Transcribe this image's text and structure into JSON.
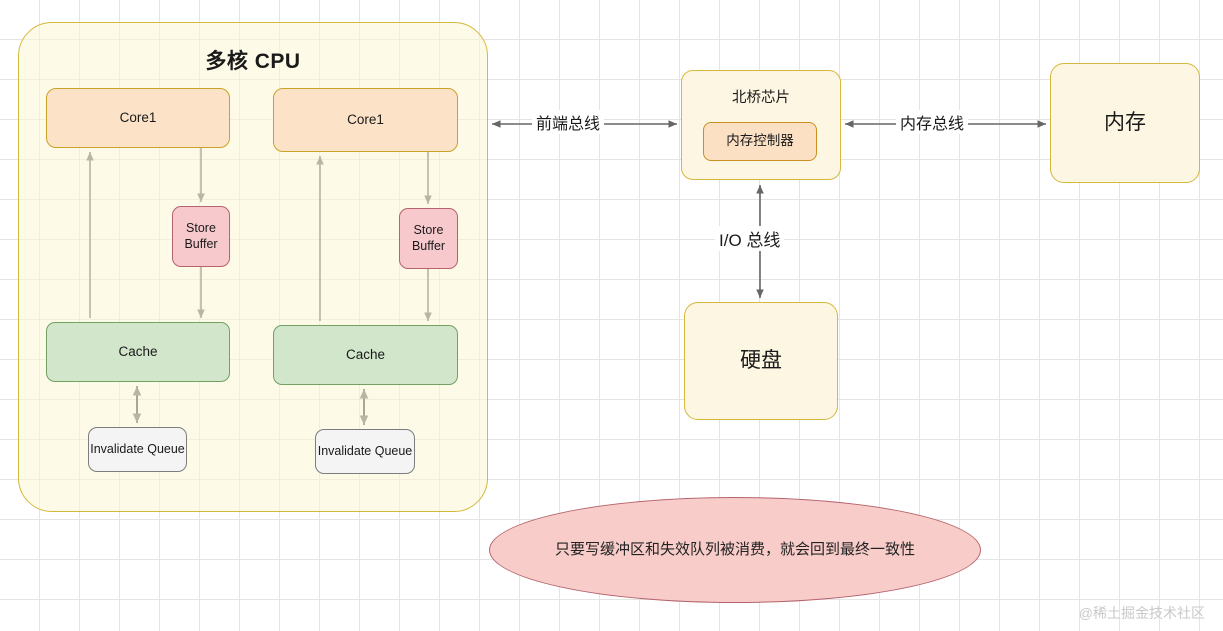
{
  "diagram": {
    "title": "多核 CPU",
    "cpu": {
      "label": "多核 CPU",
      "cores": [
        {
          "core_label": "Core1",
          "store_buffer_label": "Store Buffer",
          "cache_label": "Cache",
          "invalidate_queue_label": "Invalidate Queue"
        },
        {
          "core_label": "Core1",
          "store_buffer_label": "Store Buffer",
          "cache_label": "Cache",
          "invalidate_queue_label": "Invalidate Queue"
        }
      ]
    },
    "north_bridge": {
      "label": "北桥芯片",
      "memory_controller_label": "内存控制器"
    },
    "memory": {
      "label": "内存"
    },
    "disk": {
      "label": "硬盘"
    },
    "buses": {
      "front_side": "前端总线",
      "memory": "内存总线",
      "io": "I/O 总线"
    },
    "note": "只要写缓冲区和失效队列被消费，就会回到最终一致性",
    "watermark": "@稀土掘金技术社区",
    "colors": {
      "cpu_border": "#d4b93c",
      "cpu_fill": "#fdf6e3",
      "core_fill": "#fce3c8",
      "core_border": "#c9a227",
      "store_buffer_fill": "#f7c9cd",
      "store_buffer_border": "#b5636c",
      "cache_fill": "#d2e6cc",
      "cache_border": "#72a065",
      "queue_fill": "#f4f4f4",
      "queue_border": "#7d7d7d",
      "memory_controller_fill": "#fbe0c4",
      "note_fill": "#f7ccc9",
      "note_border": "#b5636c",
      "connector": "#666666",
      "grid": "#e4e4e4"
    }
  }
}
